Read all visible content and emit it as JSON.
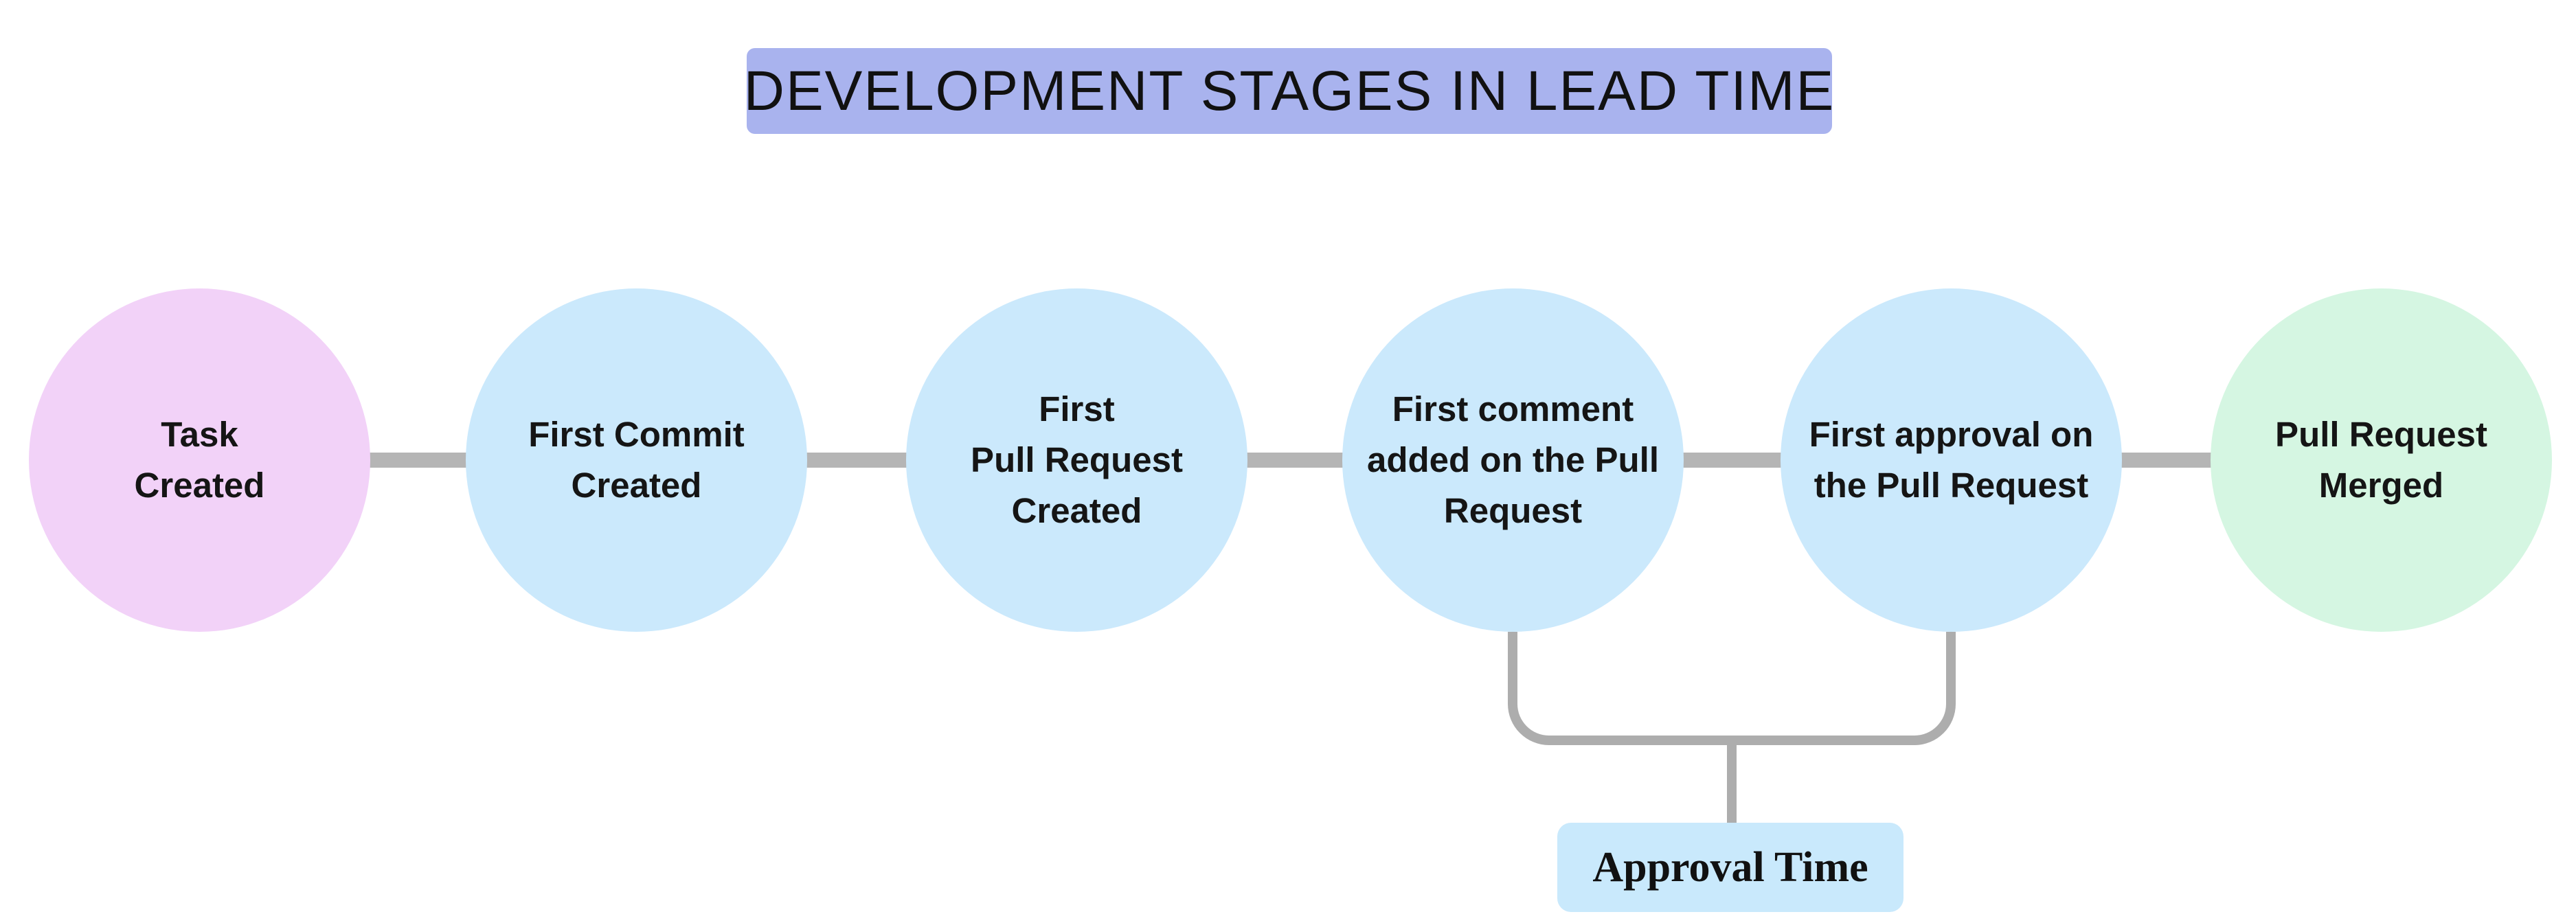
{
  "title": {
    "text": "DEVELOPMENT STAGES IN LEAD TIME",
    "bg_color": "#a9b3ee"
  },
  "flow": {
    "connector_color": "#b5b5b5",
    "bracket_color": "#adadad"
  },
  "stages": [
    {
      "label": "Task\nCreated",
      "color": "#f2d2f8",
      "role": "start"
    },
    {
      "label": "First Commit\nCreated",
      "color": "#cbe9fc",
      "role": "middle"
    },
    {
      "label": "First\nPull Request\nCreated",
      "color": "#cbe9fc",
      "role": "middle"
    },
    {
      "label": "First comment\nadded on the Pull\nRequest",
      "color": "#cbe9fc",
      "role": "middle"
    },
    {
      "label": "First approval on\nthe Pull Request",
      "color": "#cbe9fc",
      "role": "middle"
    },
    {
      "label": "Pull Request\nMerged",
      "color": "#d5f6e2",
      "role": "end"
    }
  ],
  "annotation": {
    "label": "Approval Time",
    "bg_color": "#c9e9fc",
    "from_stage_index": 3,
    "to_stage_index": 4
  }
}
